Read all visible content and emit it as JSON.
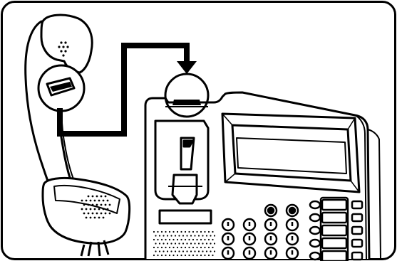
{
  "diagram": {
    "kind": "line-illustration",
    "subject": "handset-and-desk-phone",
    "callout_count": 2,
    "colors": {
      "line": "#000000",
      "background": "#ffffff"
    }
  }
}
